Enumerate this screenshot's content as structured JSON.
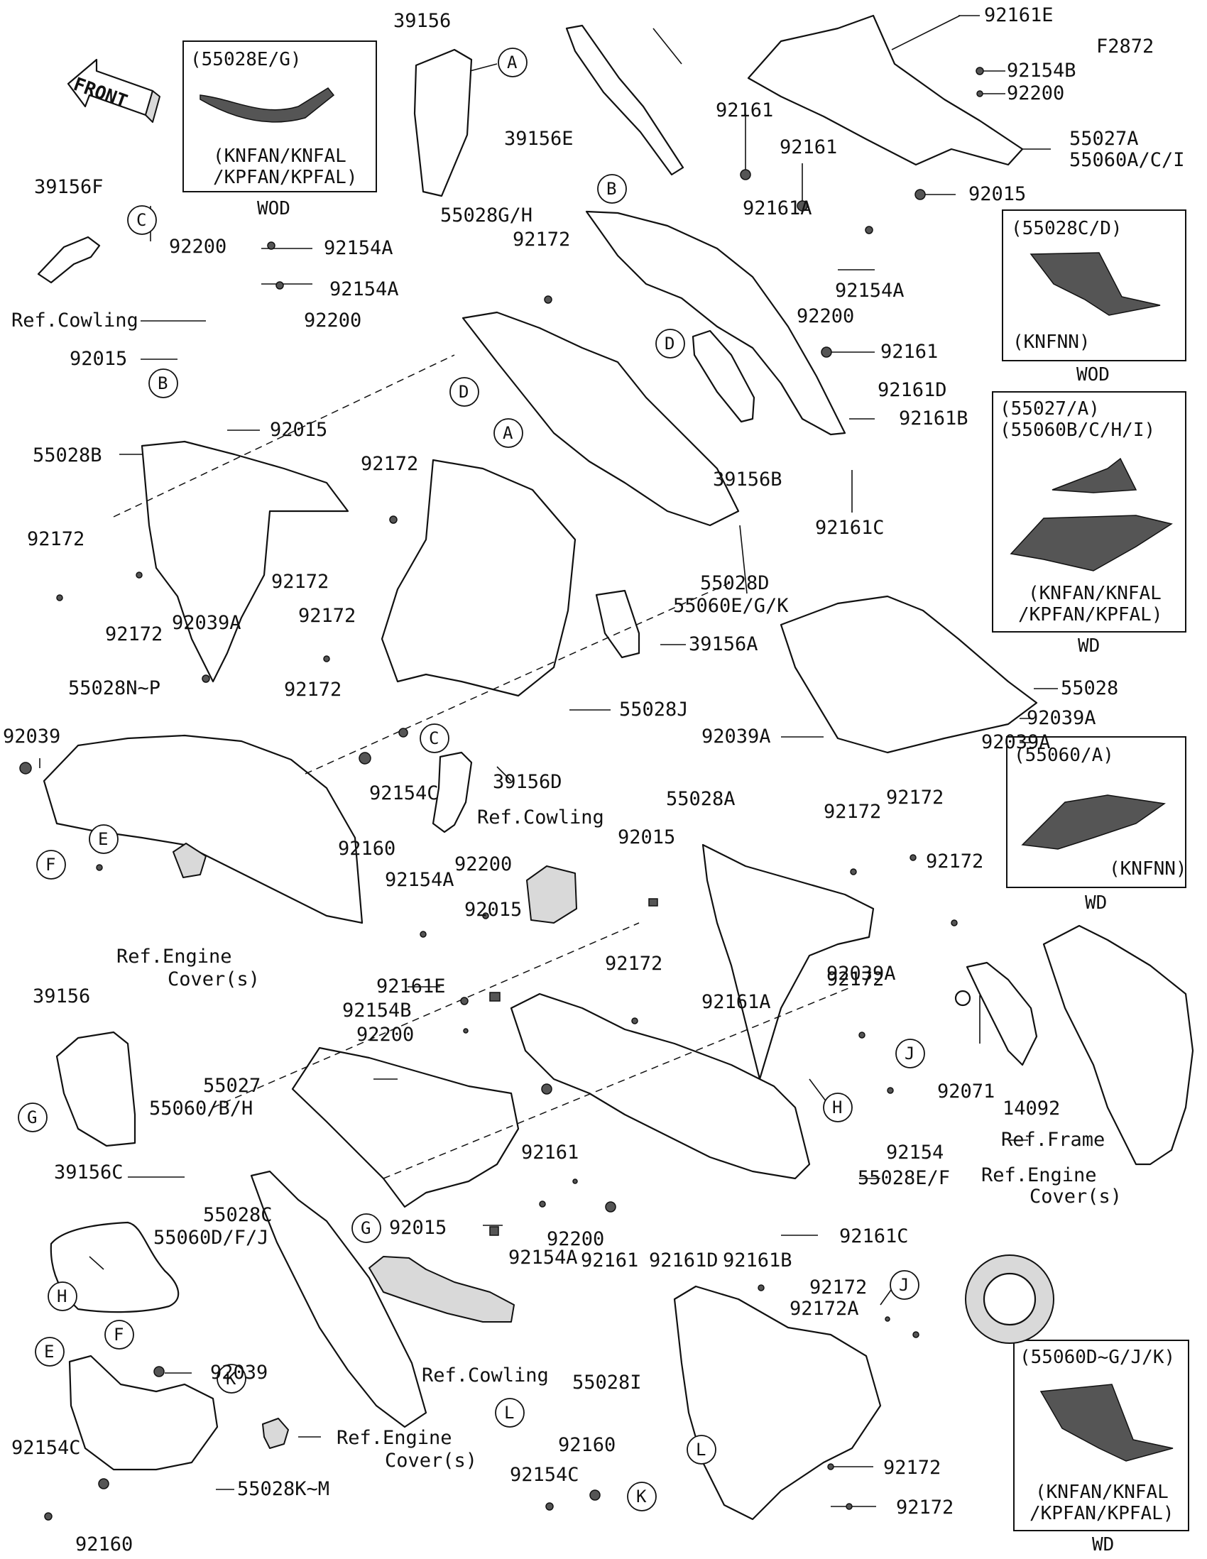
{
  "diagram_code": "F2872",
  "front_arrow": "FRONT",
  "callouts": {
    "A1": "A",
    "A2": "A",
    "B1": "B",
    "B2": "B",
    "C1": "C",
    "C2": "C",
    "D1": "D",
    "D2": "D",
    "E1": "E",
    "E2": "E",
    "F1": "F",
    "F2": "F",
    "G1": "G",
    "G2": "G",
    "H1": "H",
    "H2": "H",
    "J1": "J",
    "J2": "J",
    "K1": "K",
    "K2": "K",
    "L1": "L",
    "L2": "L"
  },
  "labels": {
    "p92161E_top": "92161E",
    "p39156_top": "39156",
    "p92154B_top": "92154B",
    "p92200_top": "92200",
    "p55027A": "55027A",
    "p55060ACI": "55060A/C/I",
    "p92015_top": "92015",
    "p92161_a": "92161",
    "p92161_b": "92161",
    "p39156E": "39156E",
    "p39156F": "39156F",
    "p55028GH": "55028G/H",
    "p92161A_top": "92161A",
    "p92172_a": "92172",
    "p92154A_a": "92154A",
    "p92200_a": "92200",
    "p92154A_b": "92154A",
    "p92154A_c": "92154A",
    "p92200_b": "92200",
    "p92200_c": "92200",
    "ref_cowling_1": "Ref.Cowling",
    "p92015_a": "92015",
    "p92161_c": "92161",
    "p92161D_top": "92161D",
    "p92161B_top": "92161B",
    "p92015_b": "92015",
    "p55028B": "55028B",
    "p92172_b": "92172",
    "p39156B": "39156B",
    "p92161C_top": "92161C",
    "p92172_c": "92172",
    "p92172_d": "92172",
    "p92172_e": "92172",
    "p92039A_a": "92039A",
    "p55028D": "55028D",
    "p55060EGK": "55060E/G/K",
    "p92172_f": "92172",
    "p39156A": "39156A",
    "p92172_g": "92172",
    "p55028": "55028",
    "p55028NP": "55028N~P",
    "p55028J": "55028J",
    "p92039A_b": "92039A",
    "p92039": "92039",
    "p92039A_c": "92039A",
    "p92039A_d": "92039A",
    "p92154C_a": "92154C",
    "p39156D": "39156D",
    "p92160_a": "92160",
    "p55028A": "55028A",
    "p92172_h": "92172",
    "p92172_i": "92172",
    "ref_cowling_2": "Ref.Cowling",
    "p92015_c": "92015",
    "p92172_j": "92172",
    "p92172_k": "92172",
    "p92154A_d": "92154A",
    "p92200_d": "92200",
    "ref_engine_1a": "Ref.Engine",
    "ref_engine_1b": "Cover(s)",
    "p92015_d": "92015",
    "p92039A_e": "92039A",
    "p39156_mid": "39156",
    "p92161E_mid": "92161E",
    "p92172_l": "92172",
    "p92154B_mid": "92154B",
    "p92161A_mid": "92161A",
    "p92200_e": "92200",
    "p55027": "55027",
    "p55060BH": "55060/B/H",
    "p92071": "92071",
    "p14092": "14092",
    "ref_frame": "Ref.Frame",
    "p92161_d": "92161",
    "p92154": "92154",
    "p55028EF": "55028E/F",
    "ref_engine_2a": "Ref.Engine",
    "ref_engine_2b": "Cover(s)",
    "p39156C": "39156C",
    "p92015_e": "92015",
    "p92161C_mid": "92161C",
    "p92200_f": "92200",
    "p92154A_e": "92154A",
    "p92161_e": "92161",
    "p92161D_mid": "92161D",
    "p92161B_mid": "92161B",
    "p55028C": "55028C",
    "p55060DFJ": "55060D/F/J",
    "p92172_m": "92172",
    "p92172A": "92172A",
    "p92039_b": "92039",
    "ref_cowling_3": "Ref.Cowling",
    "p55028I": "55028I",
    "ref_engine_3a": "Ref.Engine",
    "ref_engine_3b": "Cover(s)",
    "p92160_b": "92160",
    "p92154C_b": "92154C",
    "p92154C_c": "92154C",
    "p92172_n": "92172",
    "p55028KM": "55028K~M",
    "p92172_o": "92172",
    "p92160_c": "92160"
  },
  "variant_boxes": {
    "box1": {
      "code": "(55028E/G)",
      "models_1": "(KNFAN/KNFAL",
      "models_2": "/KPFAN/KPFAL)",
      "footer": "WOD"
    },
    "box2": {
      "code": "(55028C/D)",
      "models_1": "(KNFNN)",
      "footer": "WOD"
    },
    "box3": {
      "code_1": "(55027/A)",
      "code_2": "(55060B/C/H/I)",
      "models_1": "(KNFAN/KNFAL",
      "models_2": "/KPFAN/KPFAL)",
      "footer": "WD"
    },
    "box4": {
      "code": "(55060/A)",
      "models_1": "(KNFNN)",
      "footer": "WD"
    },
    "box5": {
      "code": "(55060D~G/J/K)",
      "models_1": "(KNFAN/KNFAL",
      "models_2": "/KPFAN/KPFAL)",
      "footer": "WD"
    }
  }
}
